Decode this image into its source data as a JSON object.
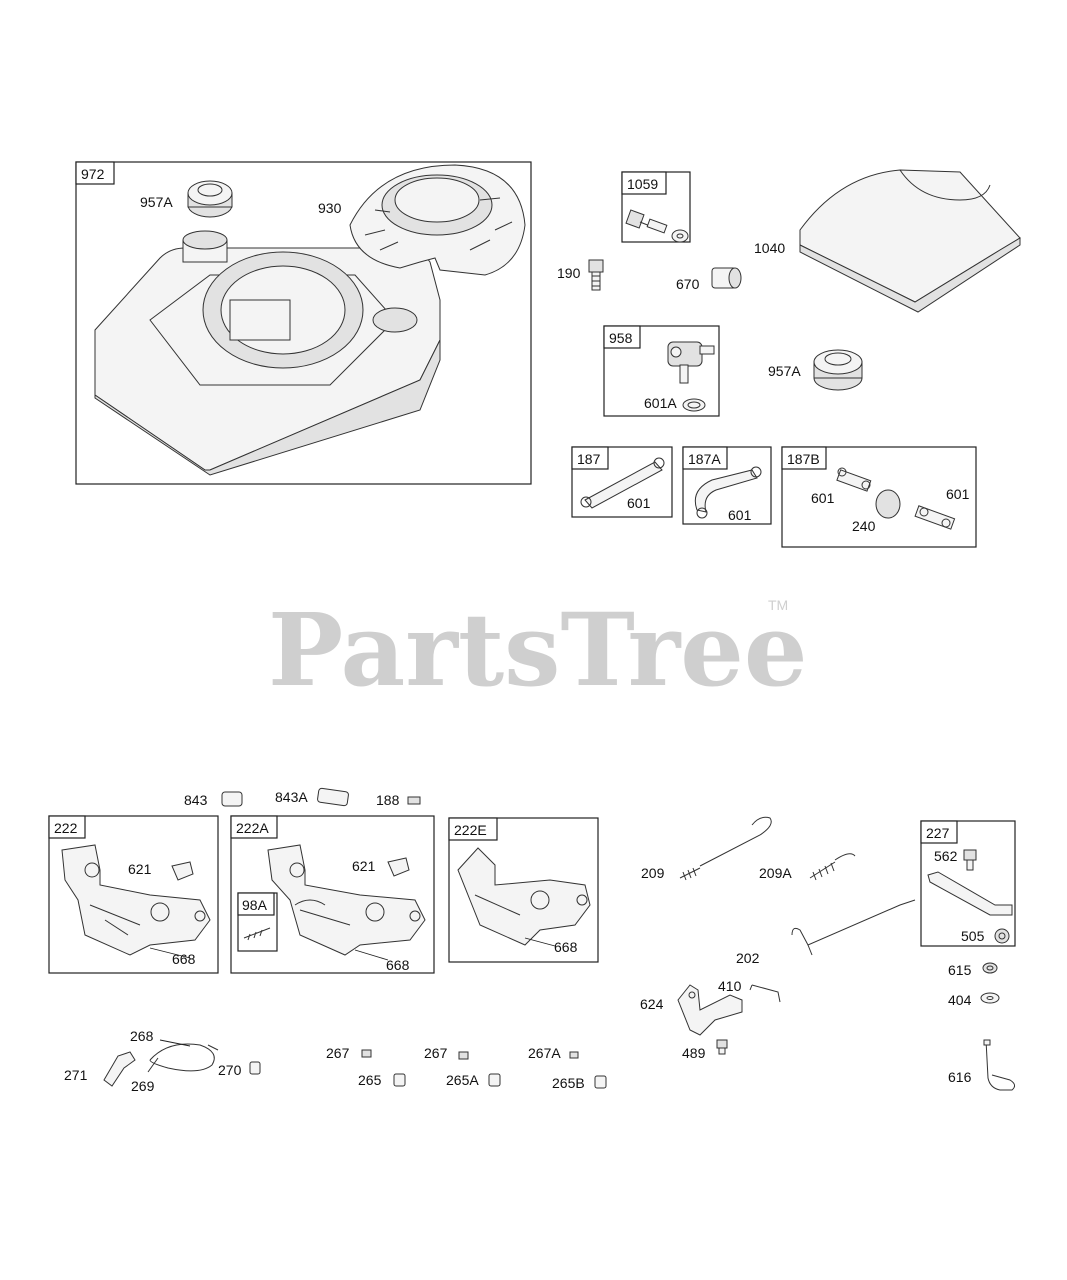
{
  "watermark": {
    "text": "PartsTree",
    "trademark": "TM"
  },
  "assemblies": {
    "a972": "972",
    "a1059": "1059",
    "a958": "958",
    "a187": "187",
    "a187A": "187A",
    "a187B": "187B",
    "a222": "222",
    "a222A": "222A",
    "a98A": "98A",
    "a222E": "222E",
    "a227": "227"
  },
  "parts": {
    "p957A_1": "957A",
    "p930": "930",
    "p190": "190",
    "p670": "670",
    "p1040": "1040",
    "p601A": "601A",
    "p957A_2": "957A",
    "p601_187": "601",
    "p601_187A": "601",
    "p601_187B_1": "601",
    "p601_187B_2": "601",
    "p240": "240",
    "p843": "843",
    "p843A": "843A",
    "p188": "188",
    "p621_1": "621",
    "p668_1": "668",
    "p621_2": "621",
    "p668_2": "668",
    "p668_3": "668",
    "p209": "209",
    "p209A": "209A",
    "p202": "202",
    "p410": "410",
    "p624": "624",
    "p489": "489",
    "p562": "562",
    "p505": "505",
    "p615": "615",
    "p404": "404",
    "p616": "616",
    "p268": "268",
    "p271": "271",
    "p269": "269",
    "p270": "270",
    "p267_1": "267",
    "p267_2": "267",
    "p267A": "267A",
    "p265": "265",
    "p265A": "265A",
    "p265B": "265B"
  }
}
